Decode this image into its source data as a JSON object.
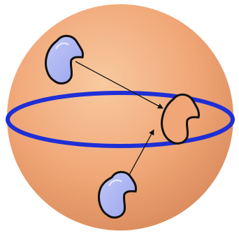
{
  "diagram": {
    "title": "",
    "colors": {
      "sphere_light": "#f8c9a0",
      "sphere_mid": "#f0a676",
      "sphere_dark": "#d98a5c",
      "equator_ring": "#1f2fd6",
      "blob_fill": "#9aa4ee",
      "blob_fill_light": "#c2c8f7",
      "blob_outline": "#111111",
      "target_fill": "#f0a676",
      "arrow": "#111111"
    },
    "elements": [
      {
        "name": "sphere",
        "shape": "circle"
      },
      {
        "name": "equator-ring",
        "shape": "ellipse"
      },
      {
        "name": "molecule-upper-left",
        "shape": "kidney-blob",
        "filled": true
      },
      {
        "name": "molecule-lower",
        "shape": "kidney-blob",
        "filled": true
      },
      {
        "name": "molecule-target",
        "shape": "kidney-blob",
        "filled": false
      },
      {
        "name": "arrow-upper-to-target",
        "from": "molecule-upper-left",
        "to": "molecule-target"
      },
      {
        "name": "arrow-lower-to-target",
        "from": "molecule-lower",
        "to": "molecule-target"
      }
    ]
  }
}
